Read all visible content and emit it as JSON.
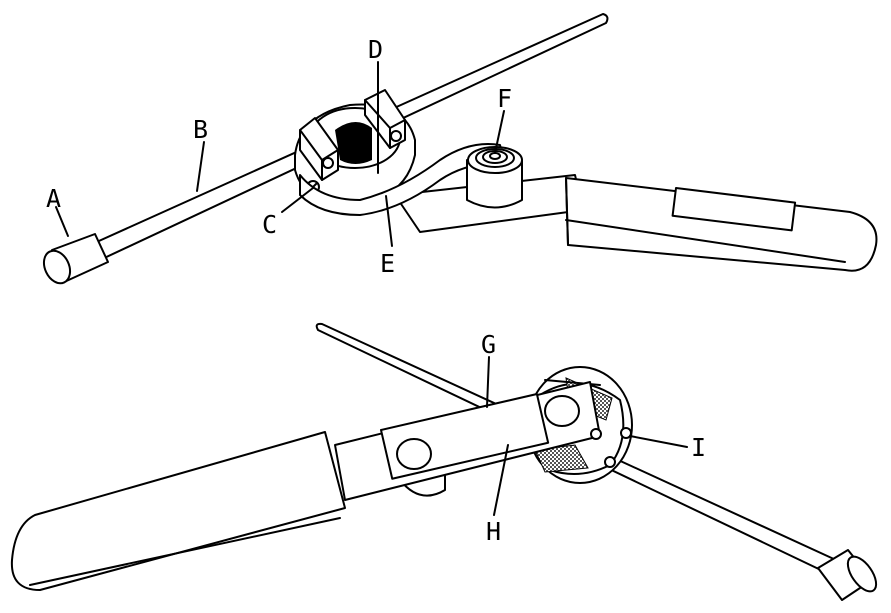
{
  "labels": {
    "a": "A",
    "b": "B",
    "c": "C",
    "d": "D",
    "e": "E",
    "f": "F",
    "g": "G",
    "h": "H",
    "i": "I"
  },
  "colors": {
    "line": "#000000",
    "background": "#ffffff",
    "hatch": "#808080"
  }
}
